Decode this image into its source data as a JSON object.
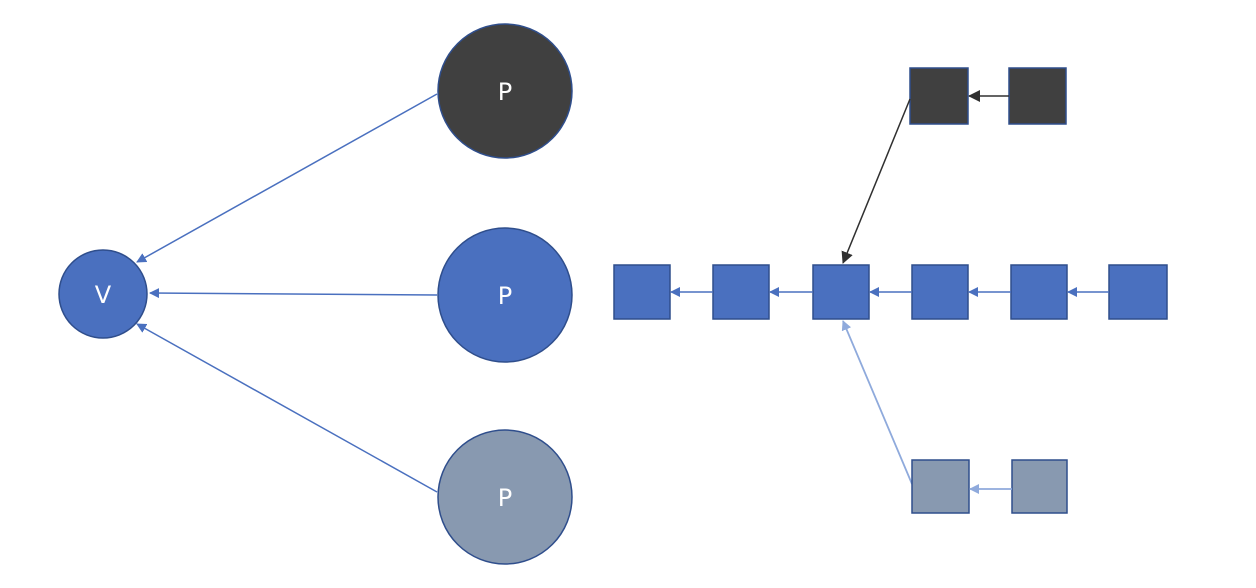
{
  "colors": {
    "dark": "#404040",
    "blue": "#4a70bf",
    "gray": "#8899b0",
    "border": "#2f4e8c",
    "arrow_blue": "#4a70bf",
    "arrow_dark": "#303030",
    "arrow_light": "#8faadc"
  },
  "voter": {
    "label": "V"
  },
  "producers": [
    {
      "label": "P",
      "color": "dark"
    },
    {
      "label": "P",
      "color": "blue"
    },
    {
      "label": "P",
      "color": "gray"
    }
  ],
  "chains": {
    "top": {
      "blocks": 2,
      "color": "dark"
    },
    "main": {
      "blocks": 6,
      "color": "blue"
    },
    "bottom": {
      "blocks": 2,
      "color": "gray"
    }
  }
}
